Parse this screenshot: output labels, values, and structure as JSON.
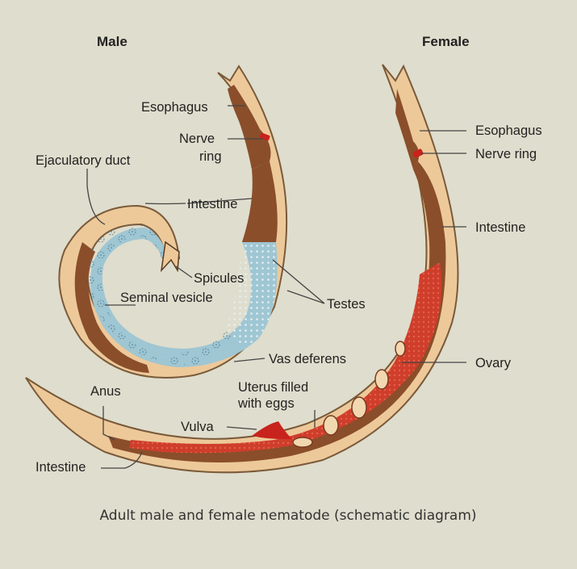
{
  "headers": {
    "male": "Male",
    "female": "Female"
  },
  "labels": {
    "esophagus_male": "Esophagus",
    "nerve_ring_male_1": "Nerve",
    "nerve_ring_male_2": "ring",
    "ejaculatory_duct": "Ejaculatory duct",
    "intestine_male": "Intestine",
    "spicules": "Spicules",
    "seminal_vesicle": "Seminal vesicle",
    "testes": "Testes",
    "vas_deferens": "Vas deferens",
    "esophagus_female": "Esophagus",
    "nerve_ring_female": "Nerve ring",
    "intestine_female": "Intestine",
    "ovary": "Ovary",
    "uterus_1": "Uterus filled",
    "uterus_2": "with eggs",
    "anus": "Anus",
    "vulva": "Vulva",
    "intestine_female_tail": "Intestine"
  },
  "caption": "Adult male and female nematode (schematic diagram)",
  "colors": {
    "background": "#dfddcd",
    "cuticle": "#edc99a",
    "intestine": "#8a4e2a",
    "testes": "#9fc6d3",
    "ovary": "#cf3d2b",
    "nerve_ring": "#c8231d"
  }
}
